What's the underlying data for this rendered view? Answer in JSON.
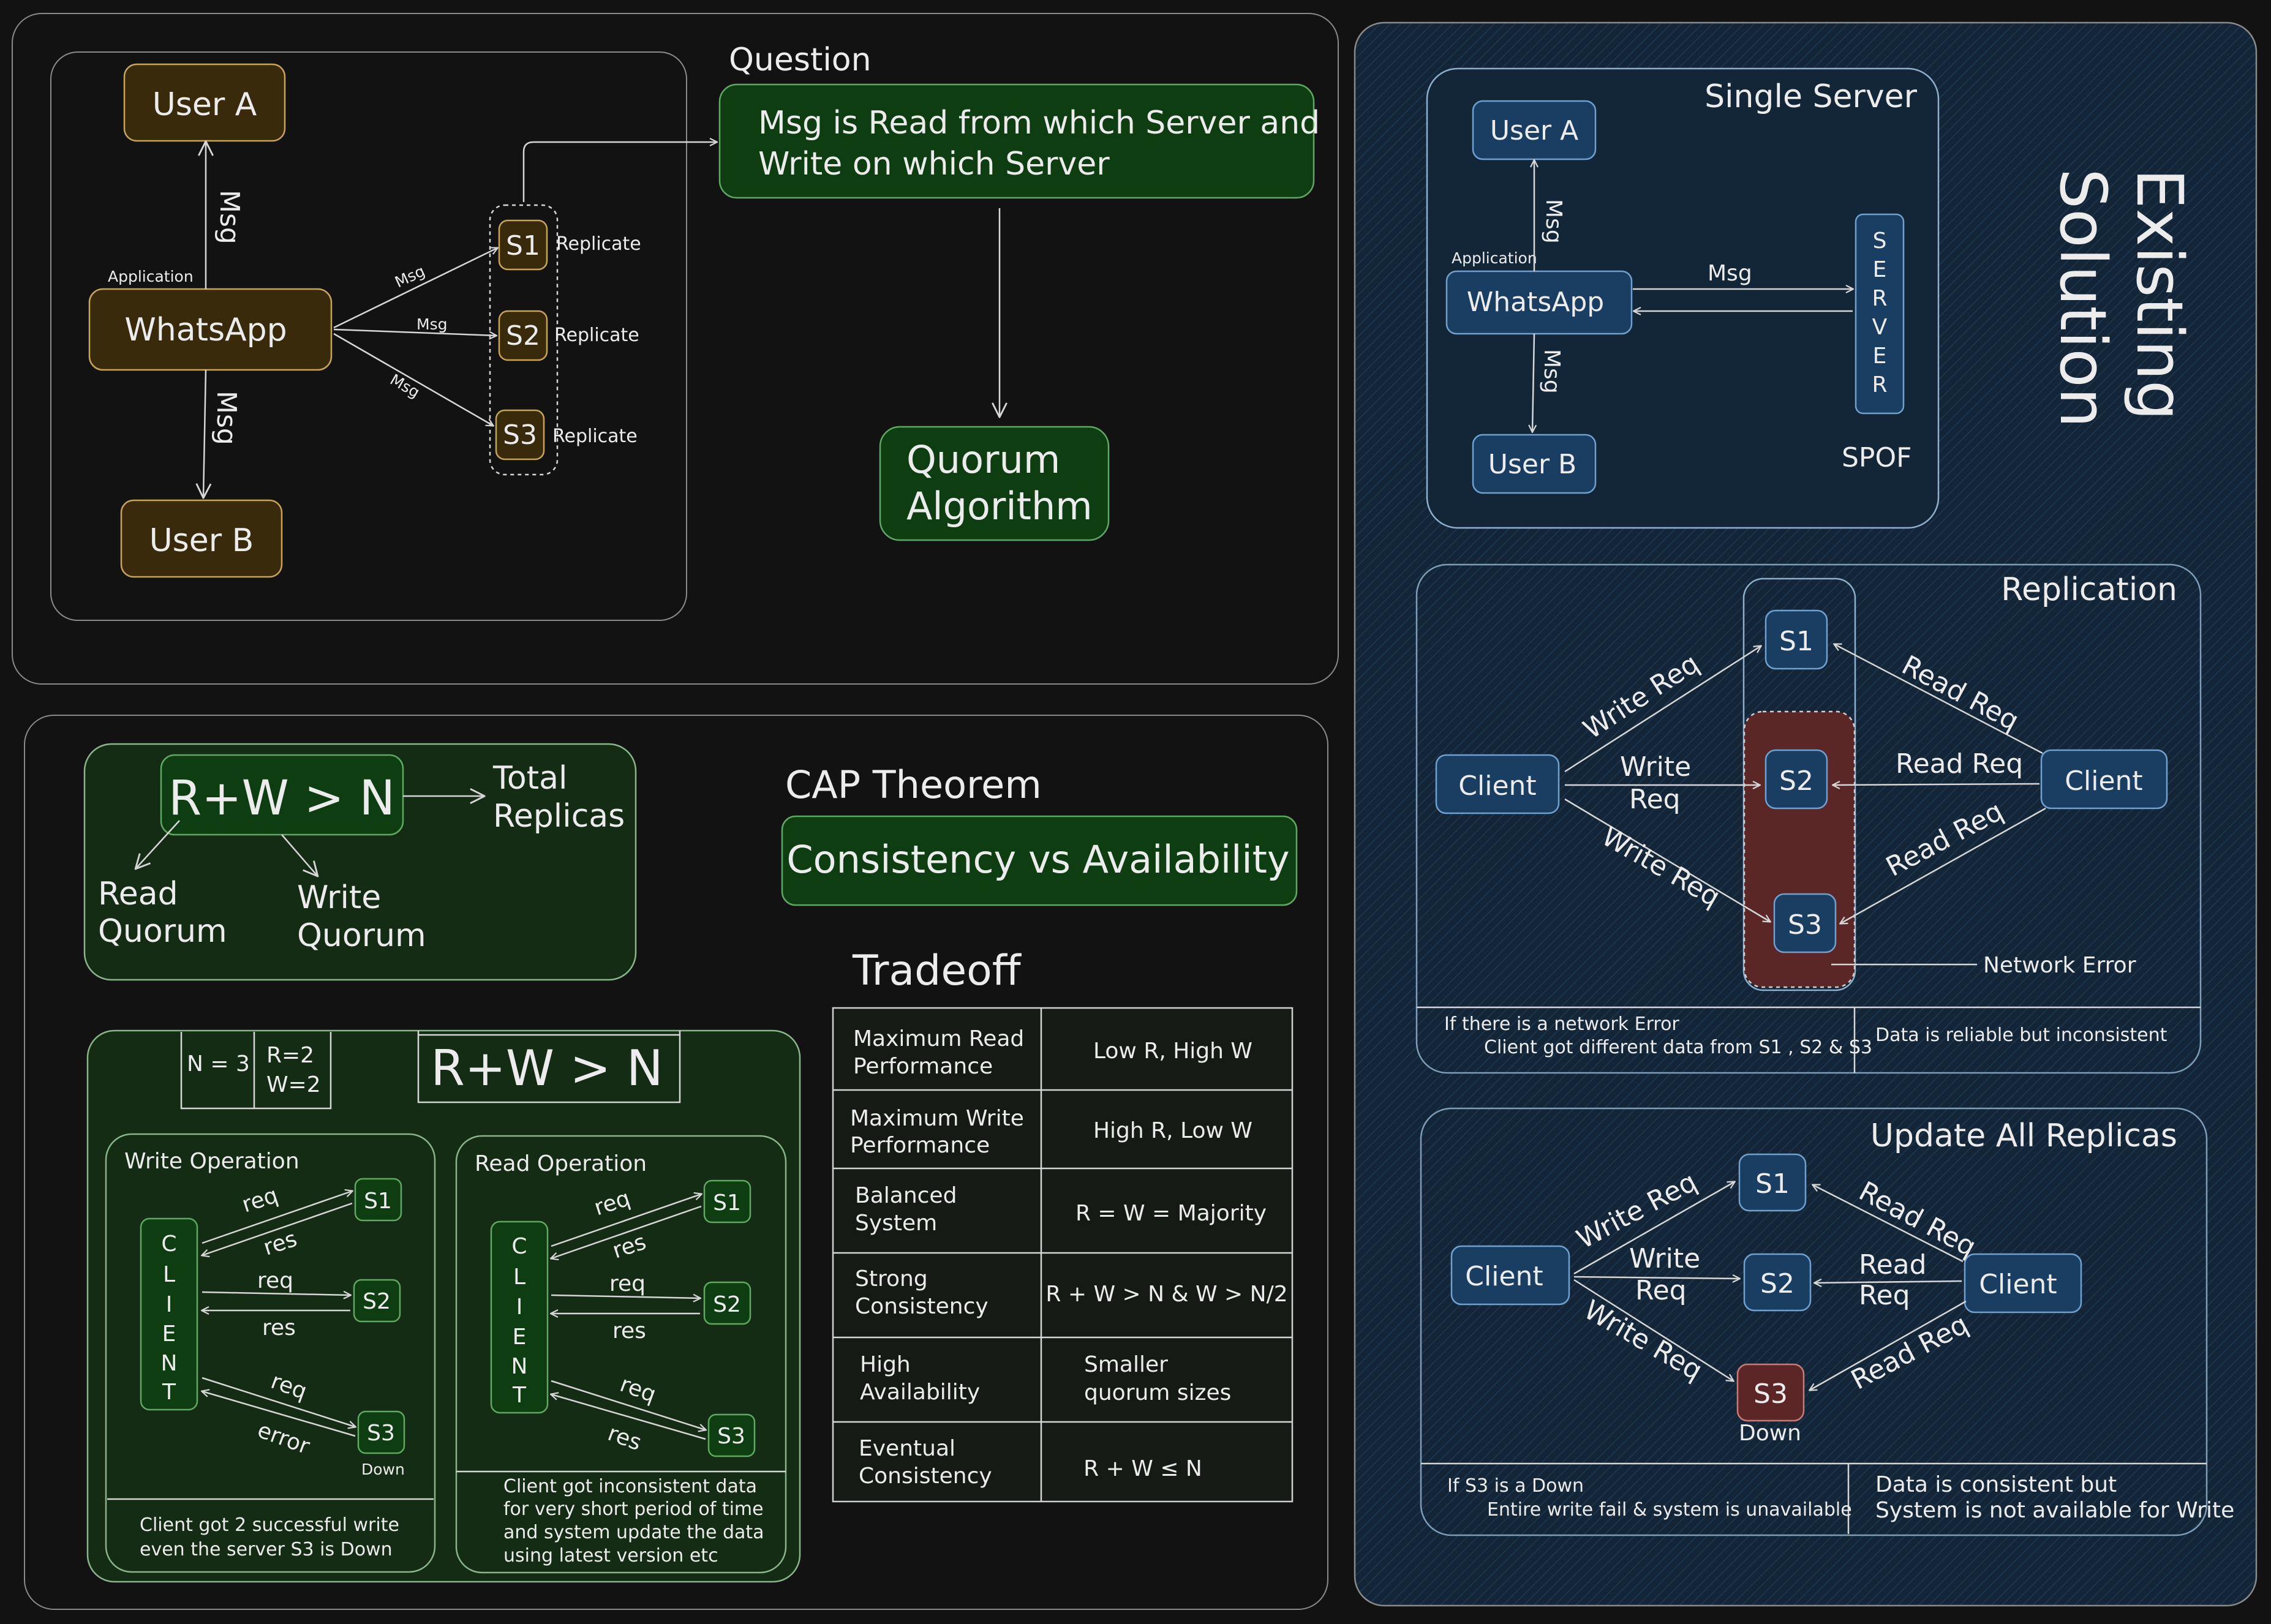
{
  "question": {
    "heading": "Question",
    "text_line1": "Msg is Read from which Server and",
    "text_line2": "Write on which Server",
    "answer_line1": "Quorum",
    "answer_line2": "Algorithm"
  },
  "top_diagram": {
    "user_a": "User A",
    "user_b": "User B",
    "app_caption": "Application",
    "app": "WhatsApp",
    "msg_up": "Msg",
    "msg_down": "Msg",
    "servers": [
      "S1",
      "S2",
      "S3"
    ],
    "edge_msgs": [
      "Msg",
      "Msg",
      "Msg"
    ],
    "replicate": "Replicate"
  },
  "quorum": {
    "formula": "R+W > N",
    "total_line1": "Total",
    "total_line2": "Replicas",
    "read_line1": "Read",
    "read_line2": "Quorum",
    "write_line1": "Write",
    "write_line2": "Quorum"
  },
  "cap": {
    "heading": "CAP Theorem",
    "subtitle": "Consistency vs Availability"
  },
  "example": {
    "n": "N = 3",
    "r": "R=2",
    "w": "W=2",
    "formula": "R+W > N",
    "client_letters": [
      "C",
      "L",
      "I",
      "E",
      "N",
      "T"
    ],
    "write_op": {
      "title": "Write Operation",
      "servers": [
        "S1",
        "S2",
        "S3"
      ],
      "req": "req",
      "res": "res",
      "error": "error",
      "down": "Down",
      "caption_line1": "Client got 2 successful write",
      "caption_line2": "even the server S3 is Down"
    },
    "read_op": {
      "title": "Read Operation",
      "servers": [
        "S1",
        "S2",
        "S3"
      ],
      "req": "req",
      "res": "res",
      "caption_line1": "Client got inconsistent data",
      "caption_line2": "for very short period of time",
      "caption_line3": "and system update the data",
      "caption_line4": "using latest version etc"
    }
  },
  "tradeoff": {
    "heading": "Tradeoff",
    "rows": [
      {
        "left1": "Maximum Read",
        "left2": "Performance",
        "right1": "Low R, High W",
        "right2": ""
      },
      {
        "left1": "Maximum Write",
        "left2": "Performance",
        "right1": "High R, Low W",
        "right2": ""
      },
      {
        "left1": "Balanced",
        "left2": "System",
        "right1": "R = W = Majority",
        "right2": ""
      },
      {
        "left1": "Strong",
        "left2": "Consistency",
        "right1": "R + W > N & W > N/2",
        "right2": ""
      },
      {
        "left1": "High",
        "left2": "Availability",
        "right1": "Smaller",
        "right2": "quorum sizes"
      },
      {
        "left1": "Eventual",
        "left2": "Consistency",
        "right1": "R + W ≤ N",
        "right2": ""
      }
    ]
  },
  "existing": {
    "title_line1": "Existing",
    "title_line2": "Solution",
    "single": {
      "title": "Single Server",
      "user_a": "User A",
      "user_b": "User B",
      "app_caption": "Application",
      "app": "WhatsApp",
      "msg": "Msg",
      "msg_up": "Msg",
      "msg_down": "Msg",
      "server_letters": [
        "S",
        "E",
        "R",
        "V",
        "E",
        "R"
      ],
      "spof": "SPOF"
    },
    "replication": {
      "title": "Replication",
      "client_left": "Client",
      "client_right": "Client",
      "servers": [
        "S1",
        "S2",
        "S3"
      ],
      "write_req": "Write Req",
      "write_line1": "Write",
      "write_line2": "Req",
      "read_req": "Read Req",
      "network_error": "Network Error",
      "note_line1": "If there is a network Error",
      "note_line2": "Client got different data from S1 , S2 & S3",
      "note_right": "Data is reliable but inconsistent"
    },
    "update_all": {
      "title": "Update All Replicas",
      "client_left": "Client",
      "client_right": "Client",
      "servers": [
        "S1",
        "S2",
        "S3"
      ],
      "write_req": "Write Req",
      "write_line1": "Write",
      "write_line2": "Req",
      "read_req": "Read Req",
      "read_line1": "Read",
      "read_line2": "Req",
      "down": "Down",
      "note_line1": "If S3 is a Down",
      "note_line2": "Entire write fail & system is unavailable",
      "note_right1": "Data is consistent but",
      "note_right2": "System is not available for Write"
    }
  },
  "colors": {
    "background": "#121212",
    "brown_node": "#3a2a0c",
    "green_node": "#0f3d12",
    "blue_node": "#1a3d62",
    "red_node": "#5c2626"
  }
}
